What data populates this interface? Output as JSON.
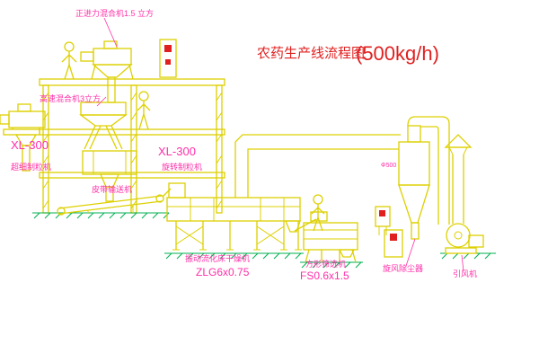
{
  "diagram": {
    "title": "农药生产线流程图",
    "capacity": "(500kg/h)"
  },
  "labels": {
    "gravity_mixer": "正进力混合机1.5 立方",
    "high_speed_mixer": "高速混合机3立方",
    "left_granulator_model": "XL-300",
    "left_granulator_name": "超细制粒机",
    "right_granulator_model": "XL-300",
    "right_granulator_name": "旋转制粒机",
    "belt_conveyor": "皮带输送机",
    "dryer_name": "振动流化床干燥机",
    "dryer_model": "ZLG6x0.75",
    "sieve_name": "方形筛选机",
    "sieve_model": "FS0.6x1.5",
    "cyclone_name": "旋风除尘器",
    "cyclone_dim": "Φ500",
    "fan_name": "引风机"
  },
  "colors": {
    "drawing_line": "#ddd000",
    "label_text": "#ff2fa8",
    "title_text": "#e02020",
    "ground_line": "#00b050",
    "indicator": "#e02020"
  }
}
